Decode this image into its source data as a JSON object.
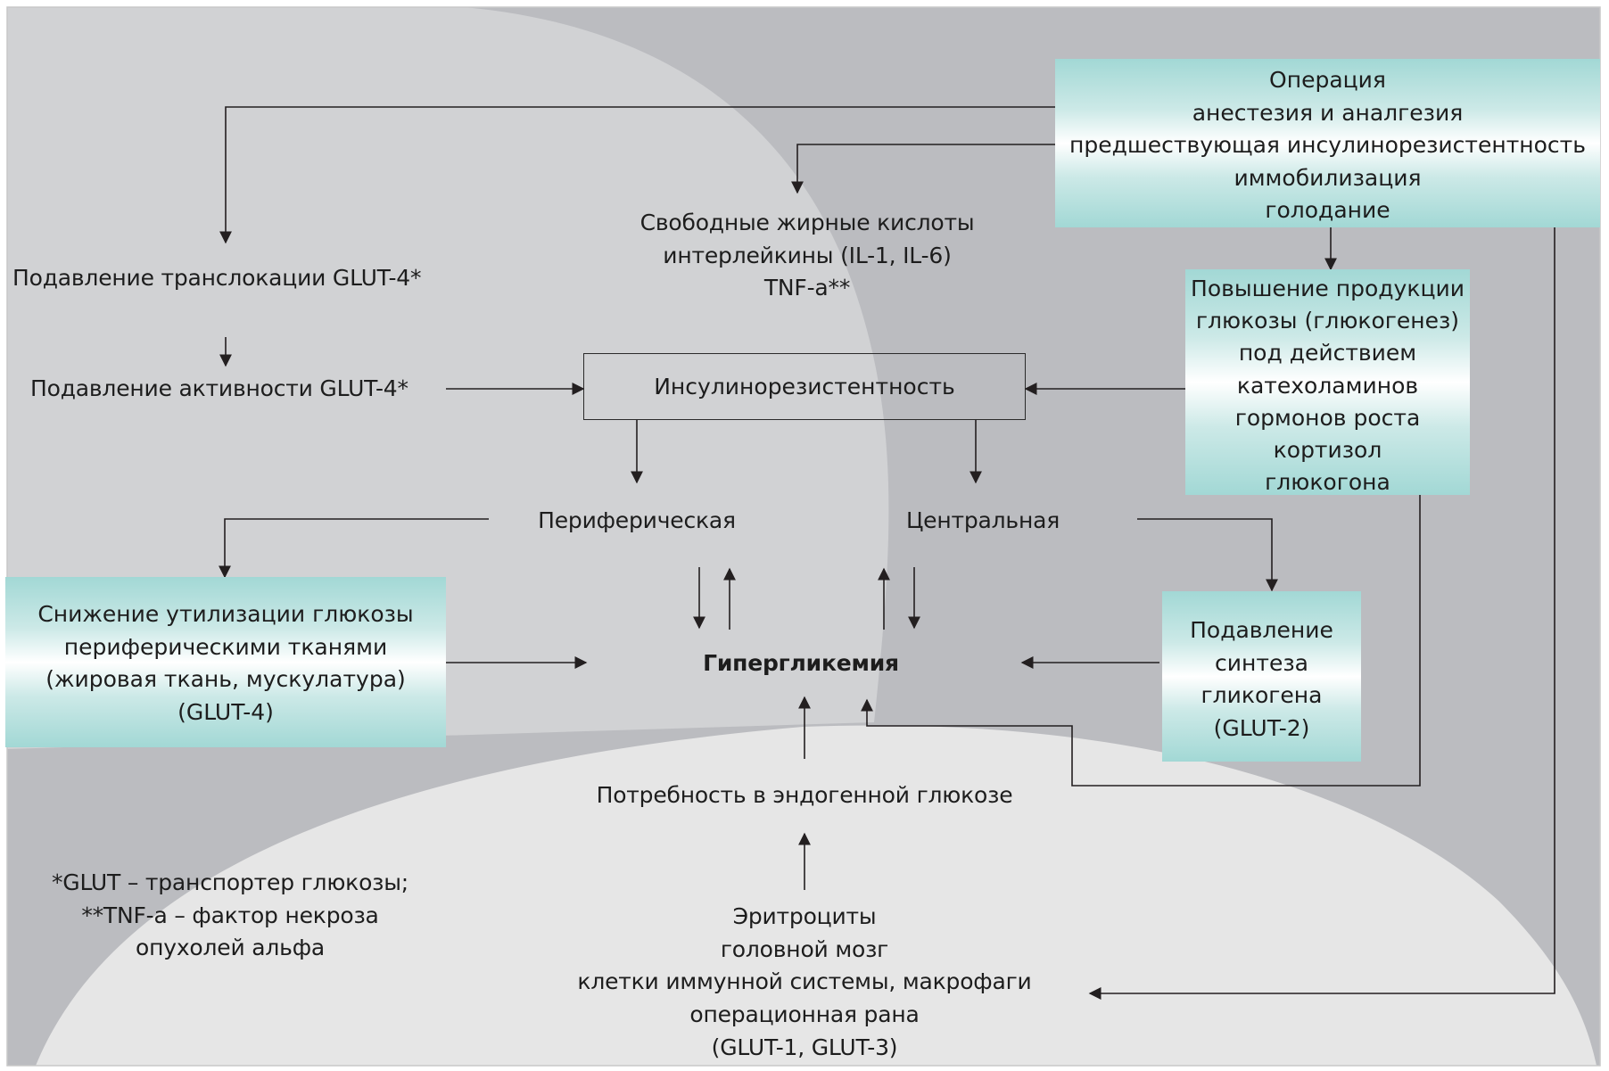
{
  "colors": {
    "panel_dark": "#bbbcc0",
    "panel_mid": "#d1d2d4",
    "panel_light": "#e6e6e6",
    "teal": "#a2d8d5",
    "line": "#231f20"
  },
  "diagram": {
    "operation_box": {
      "lines": [
        "Операция",
        "анестезия и аналгезия",
        "предшествующая инсулинорезистентность",
        "иммобилизация",
        "голодание"
      ]
    },
    "glut4_translocation": "Подавление транслокации GLUT-4*",
    "glut4_activity": "Подавление активности GLUT-4*",
    "mediators": {
      "lines": [
        "Свободные жирные кислоты",
        "интерлейкины (IL-1, IL-6)",
        "TNF-a**"
      ]
    },
    "insulin_resistance": "Инсулинорезистентность",
    "glucose_production_box": {
      "lines": [
        "Повышение продукции",
        "глюкозы (глюкогенез)",
        "под действием",
        "катехоламинов",
        "гормонов роста",
        "кортизол",
        "глюкогона"
      ]
    },
    "peripheral": "Периферическая",
    "central": "Центральная",
    "utilization_box": {
      "lines": [
        "Снижение утилизации глюкозы",
        "периферическими тканями",
        "(жировая ткань, мускулатура)",
        "(GLUT-4)"
      ]
    },
    "hyperglycemia": "Гипергликемия",
    "glycogen_box": {
      "lines": [
        "Подавление",
        "синтеза",
        "гликогена",
        "(GLUT-2)"
      ]
    },
    "endogenous_need": "Потребность в эндогенной глюкозе",
    "consumers": {
      "lines": [
        "Эритроциты",
        "головной мозг",
        "клетки иммунной системы, макрофаги",
        "операционная рана",
        "(GLUT-1, GLUT-3)"
      ]
    },
    "footnotes": {
      "lines": [
        "*GLUT – транспортер глюкозы;",
        "**TNF-a – фактор некроза",
        "опухолей альфа"
      ]
    }
  }
}
